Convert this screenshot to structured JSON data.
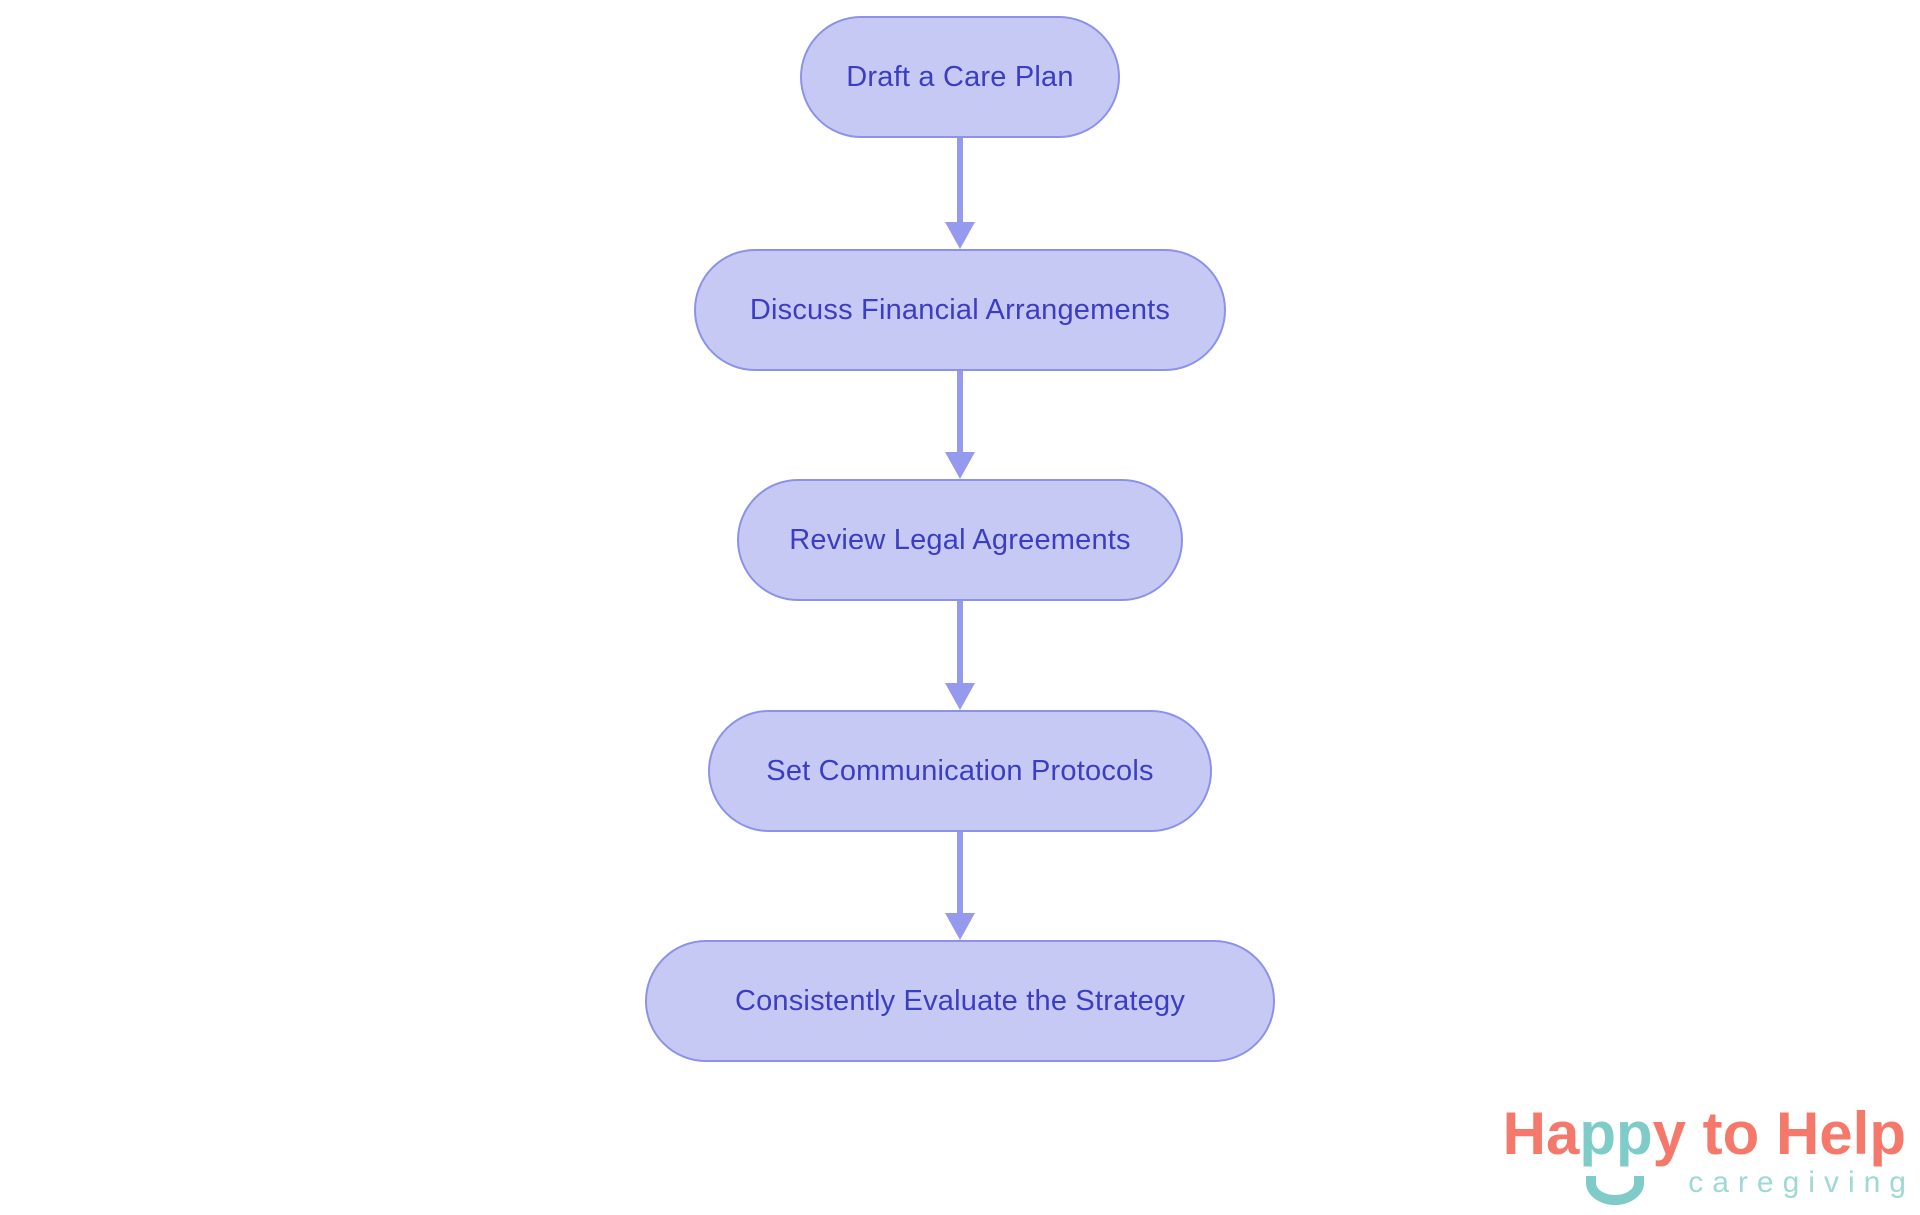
{
  "page": {
    "background": "#FFFFFF"
  },
  "theme": {
    "node_fill": "#C7C9F5",
    "node_border": "#8C92E9",
    "node_text": "#3B3EC2",
    "arrow_color": "#959AEF",
    "logo_coral": "#F4796B",
    "logo_teal": "#7ECBC8",
    "logo_light_teal": "#9FD8D4",
    "page_bg": "#FFFFFF"
  },
  "flowchart": {
    "type": "vertical-process-flow",
    "nodes": [
      {
        "label": "Draft a Care Plan"
      },
      {
        "label": "Discuss Financial Arrangements"
      },
      {
        "label": "Review Legal Agreements"
      },
      {
        "label": "Set Communication Protocols"
      },
      {
        "label": "Consistently Evaluate the Strategy"
      }
    ],
    "connections": [
      {
        "from": "Draft a Care Plan",
        "to": "Discuss Financial Arrangements"
      },
      {
        "from": "Discuss Financial Arrangements",
        "to": "Review Legal Agreements"
      },
      {
        "from": "Review Legal Agreements",
        "to": "Set Communication Protocols"
      },
      {
        "from": "Set Communication Protocols",
        "to": "Consistently Evaluate the Strategy"
      }
    ]
  },
  "logo": {
    "part_ha": "Ha",
    "part_pp": "pp",
    "part_y": "y",
    "part_rest": " to Help",
    "subtitle": "caregiving"
  }
}
